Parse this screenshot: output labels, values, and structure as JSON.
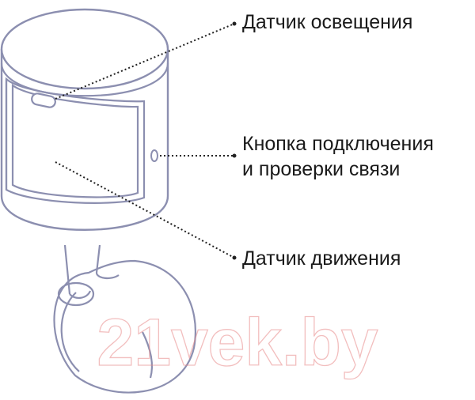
{
  "callouts": {
    "light_sensor": "Датчик освещения",
    "pair_button_line1": "Кнопка подключения",
    "pair_button_line2": "и проверки связи",
    "motion_sensor": "Датчик движения"
  },
  "watermark": "21vek.by",
  "colors": {
    "outline": "#8c8fb0",
    "leader": "#222222",
    "watermark": "#e98a8a"
  }
}
